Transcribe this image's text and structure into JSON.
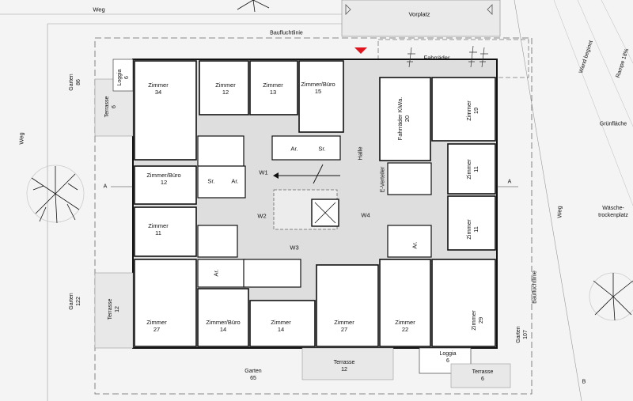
{
  "site": {
    "weg_top": "Weg",
    "weg_left": "Weg",
    "weg_right": "Weg",
    "vorplatz": "Vorplatz",
    "baufluchtlinie_top": "Baufluchtlinie",
    "baufluchtlinie_right": "Baufluchtlinie",
    "fahrraeder": "Fahrräder",
    "rampe": "Rampe 18%",
    "wand": "Wand beginnt",
    "gruenflaeche": "Grünfläche",
    "waesche": "Wäsche-\ntrockenplatz",
    "section_a_left": "A",
    "section_a_right": "A",
    "section_b": "B"
  },
  "rooms": {
    "zimmer_34": "Zimmer\n34",
    "zimmer_12a": "Zimmer\n12",
    "zimmer_13": "Zimmer\n13",
    "zimmer_buero_15": "Zimmer/Büro\n15",
    "fahrraeder_kiwa": "Fahrräder KiWa.\n20",
    "zimmer_19": "Zimmer\n19",
    "ar_1": "Ar.",
    "sr_1": "Sr.",
    "halle": "Halle",
    "zimmer_buero_12": "Zimmer/Büro\n12",
    "sr_2": "Sr.",
    "ar_2": "Ar.",
    "w1": "W1",
    "e_verteiler": "E-Verteiler",
    "zimmer_11_right_a": "Zimmer\n11",
    "zimmer_11_left": "Zimmer\n11",
    "w2": "W2",
    "w4": "W4",
    "zimmer_11_right_b": "Zimmer\n11",
    "ar_3": "Ar.",
    "w3": "W3",
    "ar_4": "Ar.",
    "zimmer_27_left": "Zimmer\n27",
    "zimmer_buero_14": "Zimmer/Büro\n14",
    "zimmer_14": "Zimmer\n14",
    "zimmer_27_mid": "Zimmer\n27",
    "zimmer_22": "Zimmer\n22",
    "zimmer_29": "Zimmer\n29"
  },
  "outdoor": {
    "garten_86": "Garten\n86",
    "loggia_6_top": "Loggia\n6",
    "terrasse_6_left": "Terrasse\n6",
    "garten_122": "Garten\n122",
    "terrasse_12_left": "Terrasse\n12",
    "garten_107": "Garten\n107",
    "garten_65": "Garten\n65",
    "terrasse_12_bottom": "Terrasse\n12",
    "loggia_6_bottom": "Loggia\n6",
    "terrasse_6_bottom": "Terrasse\n6"
  },
  "colors": {
    "wall": "#111111",
    "corridor": "#dedede",
    "outside": "#f4f4f4",
    "room": "#ffffff",
    "marker": "#e0141c"
  }
}
